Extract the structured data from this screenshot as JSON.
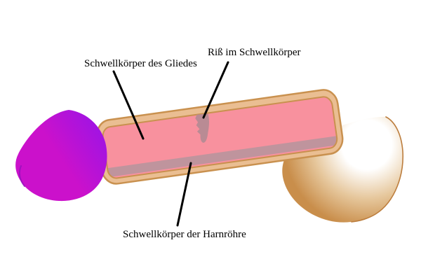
{
  "diagram": {
    "labels": {
      "corpus_cavernosum": "Schwellkörper des Gliedes",
      "tear": "Riß im Schwellkörper",
      "corpus_spongiosum": "Schwellkörper der Harnröhre"
    },
    "colors": {
      "background": "#ffffff",
      "skin_fill": "#eabe92",
      "skin_stroke": "#c9914f",
      "cavernosum_pink": "#f8919e",
      "spongiosum_mauve": "#bf949d",
      "tear_mauve": "#b98b94",
      "glans_magenta": "#cb11cb",
      "glans_violet": "#9b14e6",
      "glans_crease": "#9812bd",
      "scrotum_highlight": "#ffffff",
      "scrotum_mid": "#e6c79c",
      "scrotum_dark": "#c98e4b",
      "scrotum_stroke": "#bc7d3d",
      "pointer_line": "#000000",
      "label_text": "#000000"
    }
  }
}
